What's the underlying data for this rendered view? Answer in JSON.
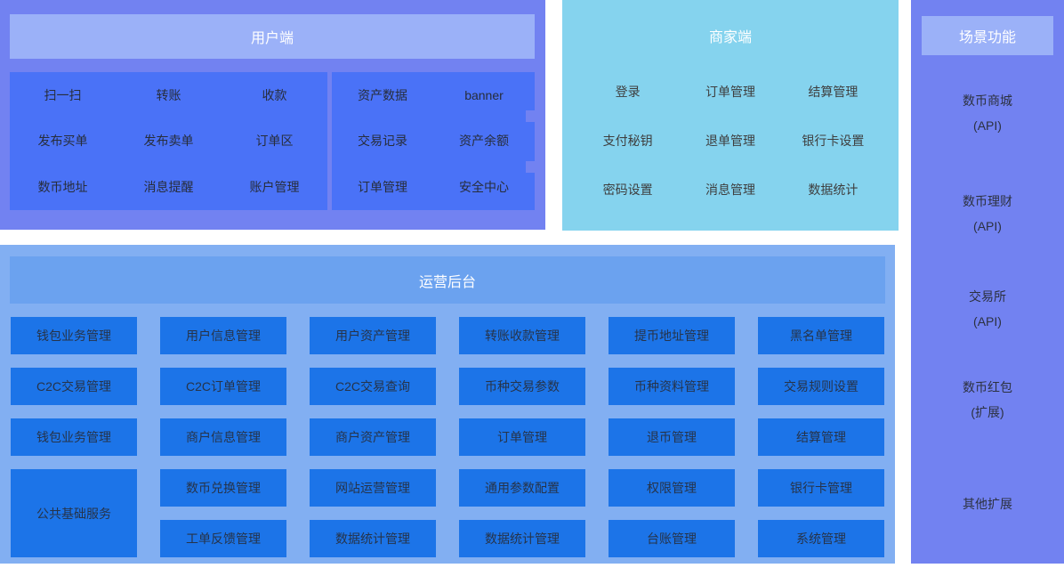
{
  "palette": {
    "page_bg": "#ffffff",
    "periwinkle_panel": "#7282f1",
    "light_header": "#9bb1f8",
    "user_group_blue": "#4a72f7",
    "merchant_cyan": "#85d3ee",
    "ops_panel_bg": "#82aff2",
    "ops_header_blue": "#6ba2ef",
    "ops_button_blue": "#1c74e8",
    "dark_label_text": "#272d3b",
    "white_title_text": "#ffffff"
  },
  "user_panel": {
    "title": "用户端",
    "group1": {
      "items": [
        "扫一扫",
        "转账",
        "收款",
        "发布买单",
        "发布卖单",
        "订单区",
        "数币地址",
        "消息提醒",
        "账户管理"
      ]
    },
    "group2": {
      "items": [
        "资产数据",
        "banner",
        "交易记录",
        "资产余额",
        "订单管理",
        "安全中心"
      ]
    }
  },
  "merchant_panel": {
    "title": "商家端",
    "items": [
      "登录",
      "订单管理",
      "结算管理",
      "支付秘钥",
      "退单管理",
      "银行卡设置",
      "密码设置",
      "消息管理",
      "数据统计"
    ]
  },
  "scenario_panel": {
    "title": "场景功能",
    "items": [
      {
        "line1": "数币商城",
        "line2": "(API)"
      },
      {
        "line1": "数币理财",
        "line2": "(API)"
      },
      {
        "line1": "交易所",
        "line2": "(API)"
      },
      {
        "line1": "数币红包",
        "line2": "(扩展)"
      },
      {
        "line1": "其他扩展",
        "line2": ""
      }
    ]
  },
  "ops_panel": {
    "title": "运营后台",
    "row1": [
      "钱包业务管理",
      "用户信息管理",
      "用户资产管理",
      "转账收款管理",
      "提币地址管理",
      "黑名单管理"
    ],
    "row2": [
      "C2C交易管理",
      "C2C订单管理",
      "C2C交易查询",
      "币种交易参数",
      "币种资料管理",
      "交易规则设置"
    ],
    "row3": [
      "钱包业务管理",
      "商户信息管理",
      "商户资产管理",
      "订单管理",
      "退币管理",
      "结算管理"
    ],
    "tall_button": "公共基础服务",
    "row4": [
      "数币兑换管理",
      "网站运营管理",
      "通用参数配置",
      "权限管理",
      "银行卡管理"
    ],
    "row5": [
      "工单反馈管理",
      "数据统计管理",
      "数据统计管理",
      "台账管理",
      "系统管理"
    ]
  }
}
